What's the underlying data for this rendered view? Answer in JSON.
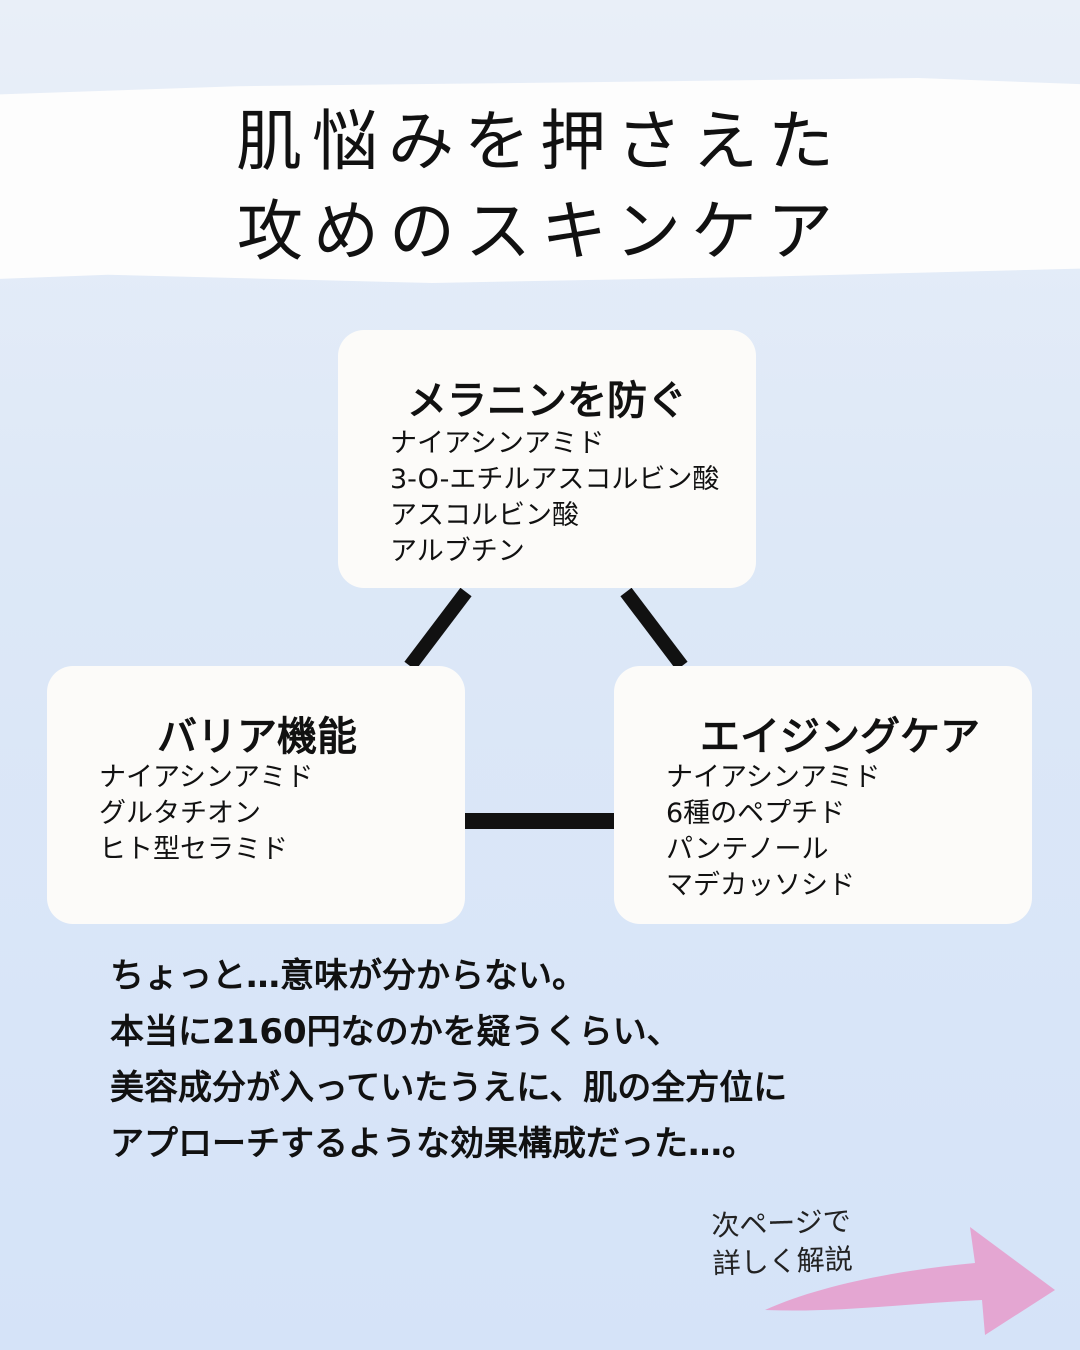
{
  "title": {
    "line1": "肌悩みを押さえた",
    "line2": "攻めのスキンケア"
  },
  "cards": {
    "top": {
      "title": "メラニンを防ぐ",
      "items": [
        "ナイアシンアミド",
        "3-O-エチルアスコルビン酸",
        "アスコルビン酸",
        "アルブチン"
      ]
    },
    "left": {
      "title": "バリア機能",
      "items": [
        "ナイアシンアミド",
        "グルタチオン",
        "ヒト型セラミド"
      ]
    },
    "right": {
      "title": "エイジングケア",
      "items": [
        "ナイアシンアミド",
        "6種のペプチド",
        "パンテノール",
        "マデカッソシド"
      ]
    }
  },
  "body": {
    "lines": [
      "ちょっと…意味が分からない。",
      "本当に2160円なのかを疑うくらい、",
      "美容成分が入っていたうえに、肌の全方位に",
      "アプローチするような効果構成だった…。"
    ]
  },
  "next": {
    "line1": "次ページで",
    "line2": "詳しく解説",
    "icon": "arrow-right-icon"
  },
  "colors": {
    "background": "#dde8f7",
    "card": "#fcfbf9",
    "connector": "#111111",
    "arrow": "#e4a6d2"
  }
}
